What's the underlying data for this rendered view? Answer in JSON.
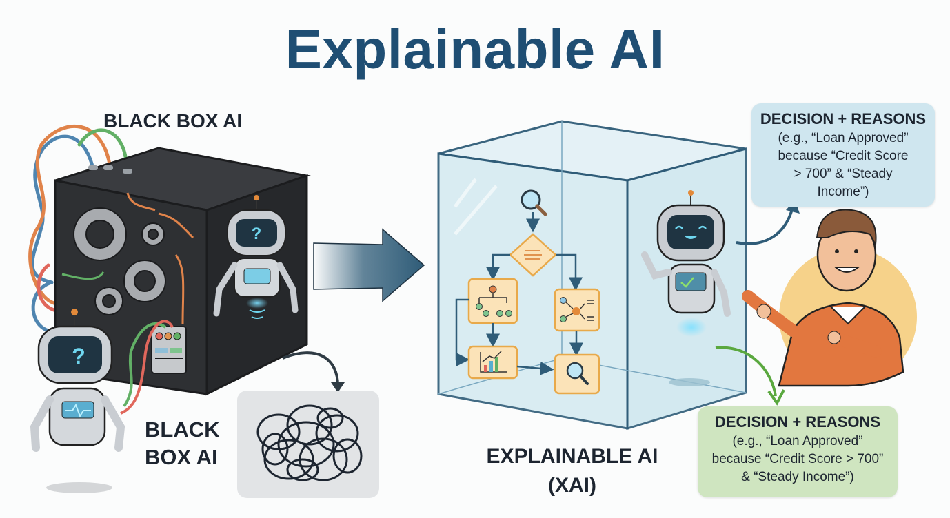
{
  "title": "Explainable AI",
  "black_box": {
    "top_label": "BLACK BOX AI",
    "bottom_label_line1": "BLACK",
    "bottom_label_line2": "BOX AI",
    "robot_screen_symbol": "?",
    "status_light_colors": [
      "#e0675c",
      "#e0934f",
      "#62b066"
    ]
  },
  "explainable": {
    "label_line1": "EXPLAINABLE AI",
    "label_line2": "(XAI)",
    "flow_nodes": [
      "search",
      "decision",
      "hierarchy",
      "feature-network",
      "bar-chart",
      "inspect"
    ]
  },
  "bubbles": {
    "blue": {
      "heading": "DECISION + REASONS",
      "line1": "(e.g., “Loan Approved”",
      "line2": "because “Credit Score",
      "line3": "> 700” & “Steady",
      "line4": "Income”)"
    },
    "green": {
      "heading": "DECISION + REASONS",
      "line1": "(e.g., “Loan Approved”",
      "line2": "because “Credit Score > 700”",
      "line3": "& “Steady Income”)"
    }
  },
  "colors": {
    "title": "#1f4e73",
    "box_dark": "#2e3033",
    "glass": "#d6ebf2",
    "flow_card": "#fbe3b8",
    "accent_orange": "#e38a3a",
    "person_sweater": "#e2773f",
    "sun_circle": "#f6d28a"
  }
}
